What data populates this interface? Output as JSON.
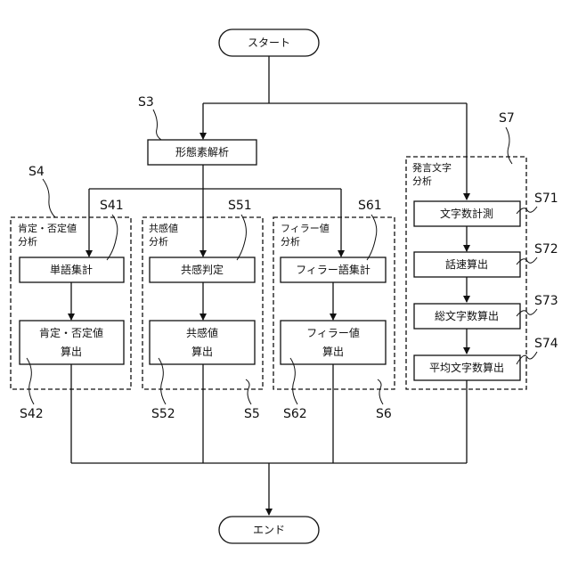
{
  "terminals": {
    "start": "スタート",
    "end": "エンド"
  },
  "nodes": {
    "morph": "形態素解析",
    "word_count": "単語集計",
    "posneg_calc_1": "肯定・否定値",
    "posneg_calc_2": "算出",
    "empathy_judge": "共感判定",
    "empathy_calc_1": "共感値",
    "empathy_calc_2": "算出",
    "filler_count": "フィラー語集計",
    "filler_calc_1": "フィラー値",
    "filler_calc_2": "算出",
    "char_measure": "文字数計測",
    "speed_calc": "話速算出",
    "total_chars": "総文字数算出",
    "avg_chars": "平均文字数算出"
  },
  "groups": {
    "posneg": [
      "肯定・否定値",
      "分析"
    ],
    "empathy": [
      "共感値",
      "分析"
    ],
    "filler": [
      "フィラー値",
      "分析"
    ],
    "speech": [
      "発言文字",
      "分析"
    ]
  },
  "refs": {
    "S3": "S3",
    "S4": "S4",
    "S41": "S41",
    "S42": "S42",
    "S5": "S5",
    "S51": "S51",
    "S52": "S52",
    "S6": "S6",
    "S61": "S61",
    "S62": "S62",
    "S7": "S7",
    "S71": "S71",
    "S72": "S72",
    "S73": "S73",
    "S74": "S74"
  }
}
